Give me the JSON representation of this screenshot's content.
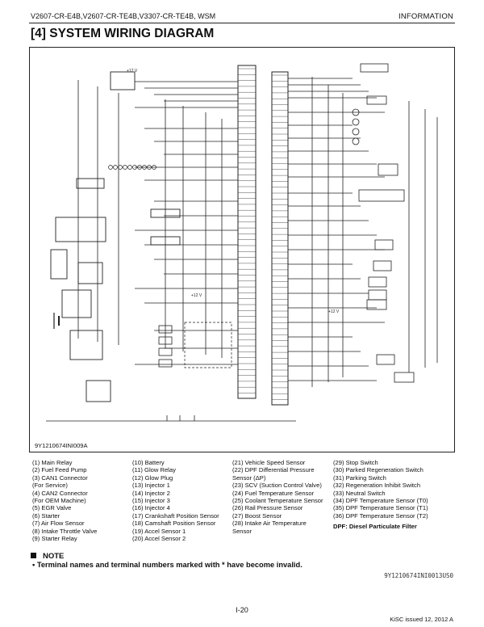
{
  "header": {
    "models": "V2607-CR-E4B,V2607-CR-TE4B,V3307-CR-TE4B, WSM",
    "section": "INFORMATION"
  },
  "title": "[4]  SYSTEM WIRING DIAGRAM",
  "diagram": {
    "code": "9Y1210674INI009A",
    "voltage_label": "+12 V"
  },
  "legend": {
    "col1": [
      "(1)   Main Relay",
      "(2)   Fuel Feed Pump",
      "(3)   CAN1 Connector",
      "        (For Service)",
      "(4)   CAN2 Connector",
      "        (For OEM Machine)",
      "(5)   EGR Valve",
      "(6)   Starter",
      "(7)   Air Flow Sensor",
      "(8)   Intake Throttle Valve",
      "(9)   Starter Relay"
    ],
    "col2": [
      "(10) Battery",
      "(11) Glow Relay",
      "(12) Glow Plug",
      "(13) Injector 1",
      "(14) Injector 2",
      "(15) Injector 3",
      "(16) Injector 4",
      "(17) Crankshaft Position Sensor",
      "(18) Camshaft Position Sensor",
      "(19) Accel Sensor 1",
      "(20) Accel Sensor 2"
    ],
    "col3": [
      "(21) Vehicle Speed Sensor",
      "(22) DPF Differential Pressure",
      "        Sensor (ΔP)",
      "(23) SCV (Suction Control Valve)",
      "(24) Fuel Temperature Sensor",
      "(25) Coolant Temperature Sensor",
      "(26) Rail Pressure Sensor",
      "(27) Boost Sensor",
      "(28) Intake Air Temperature",
      "        Sensor"
    ],
    "col4": [
      "(29) Stop Switch",
      "(30) Parked Regeneration Switch",
      "(31) Parking Switch",
      "(32) Regeneration Inhibit Switch",
      "(33) Neutral Switch",
      "(34) DPF Temperature Sensor (T0)",
      "(35) DPF Temperature Sensor (T1)",
      "(36) DPF Temperature Sensor (T2)"
    ],
    "dpf_note": "DPF: Diesel Particulate Filter"
  },
  "note": {
    "heading": "NOTE",
    "item": "•  Terminal names and terminal numbers marked with * have become invalid."
  },
  "ref_code": "9Y1210674INI0013US0",
  "page_number": "I-20",
  "issued": "KiSC issued 12, 2012 A"
}
